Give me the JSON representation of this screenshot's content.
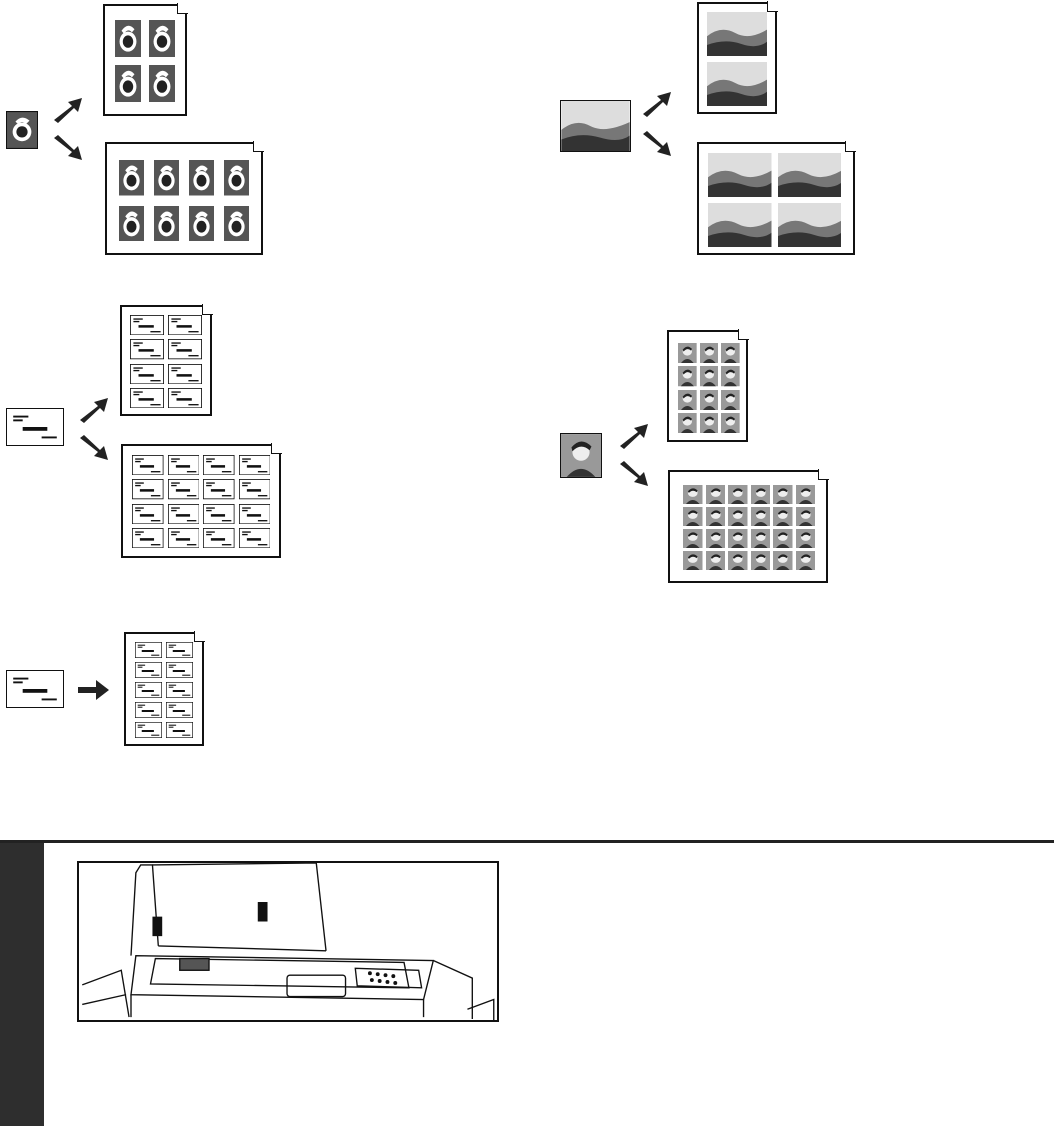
{
  "figures": [
    {
      "name": "portrait-photo",
      "source": "photo-dark",
      "outputs": [
        {
          "cols": 2,
          "rows": 2
        },
        {
          "cols": 4,
          "rows": 2
        }
      ]
    },
    {
      "name": "landscape-photo",
      "source": "photo-landscape",
      "outputs": [
        {
          "cols": 1,
          "rows": 2
        },
        {
          "cols": 2,
          "rows": 2
        }
      ]
    },
    {
      "name": "business-card",
      "source": "card",
      "outputs": [
        {
          "cols": 2,
          "rows": 4
        },
        {
          "cols": 4,
          "rows": 4
        }
      ]
    },
    {
      "name": "id-photo",
      "source": "photo-face",
      "outputs": [
        {
          "cols": 3,
          "rows": 4
        },
        {
          "cols": 6,
          "rows": 4
        }
      ]
    },
    {
      "name": "business-card-single",
      "source": "card",
      "outputs": [
        {
          "cols": 2,
          "rows": 5
        }
      ]
    }
  ],
  "icons": {
    "arrow": "arrow-icon",
    "page": "page-icon",
    "scanner": "scanner-illustration"
  },
  "colors": {
    "ink": "#111111",
    "step_bar": "#2e2e2e"
  }
}
